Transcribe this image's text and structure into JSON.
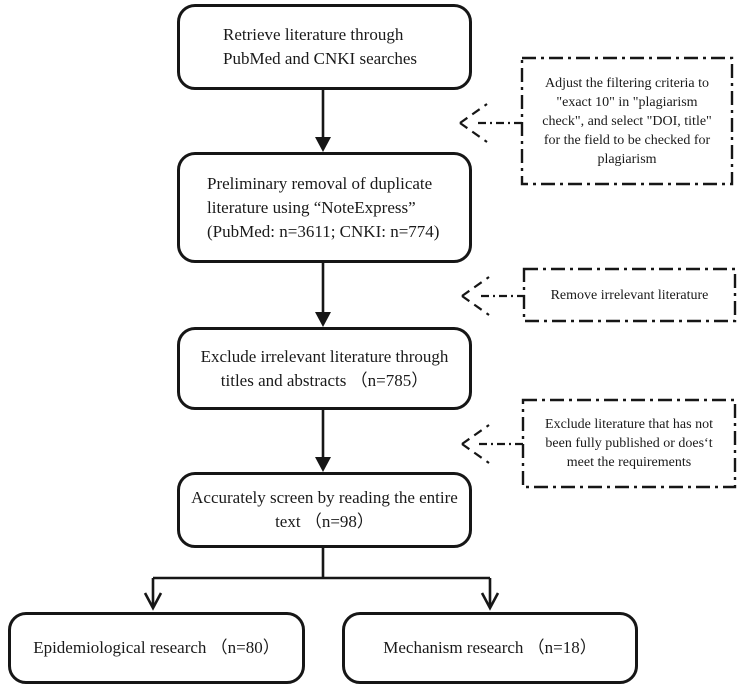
{
  "diagram_type": "flowchart",
  "colors": {
    "ink": "#161616",
    "background": "#ffffff"
  },
  "flow": {
    "retrieve": {
      "lines": [
        "Retrieve literature through",
        "PubMed and CNKI searches"
      ]
    },
    "dedupe": {
      "lines": [
        "Preliminary removal of duplicate",
        "literature using “NoteExpress”",
        "(PubMed: n=3611; CNKI: n=774)"
      ]
    },
    "titles_abstracts": {
      "lines": [
        "Exclude irrelevant literature through",
        "titles and abstracts （n=785）"
      ]
    },
    "full_text": {
      "lines": [
        "Accurately screen by reading the entire",
        "text （n=98）"
      ]
    },
    "epidemiological": {
      "lines": [
        "Epidemiological research （n=80）"
      ]
    },
    "mechanism": {
      "lines": [
        "Mechanism research （n=18）"
      ]
    }
  },
  "annotations": {
    "filtering_criteria": {
      "lines": [
        "Adjust the filtering criteria to",
        "\"exact 10\" in \"plagiarism",
        "check\", and select \"DOI, title\"",
        "for the field to be checked for",
        "plagiarism"
      ]
    },
    "remove_irrelevant": {
      "lines": [
        "Remove irrelevant literature"
      ]
    },
    "exclude_unpublished": {
      "lines": [
        "Exclude literature that has not",
        "been fully published or does‘t",
        "meet the requirements"
      ]
    }
  },
  "counts": {
    "pubmed": "n=3611",
    "cnki": "n=774",
    "after_title_abstract_screen": "n=785",
    "after_full_text_screen": "n=98",
    "epidemiological_research": "n=80",
    "mechanism_research": "n=18"
  }
}
